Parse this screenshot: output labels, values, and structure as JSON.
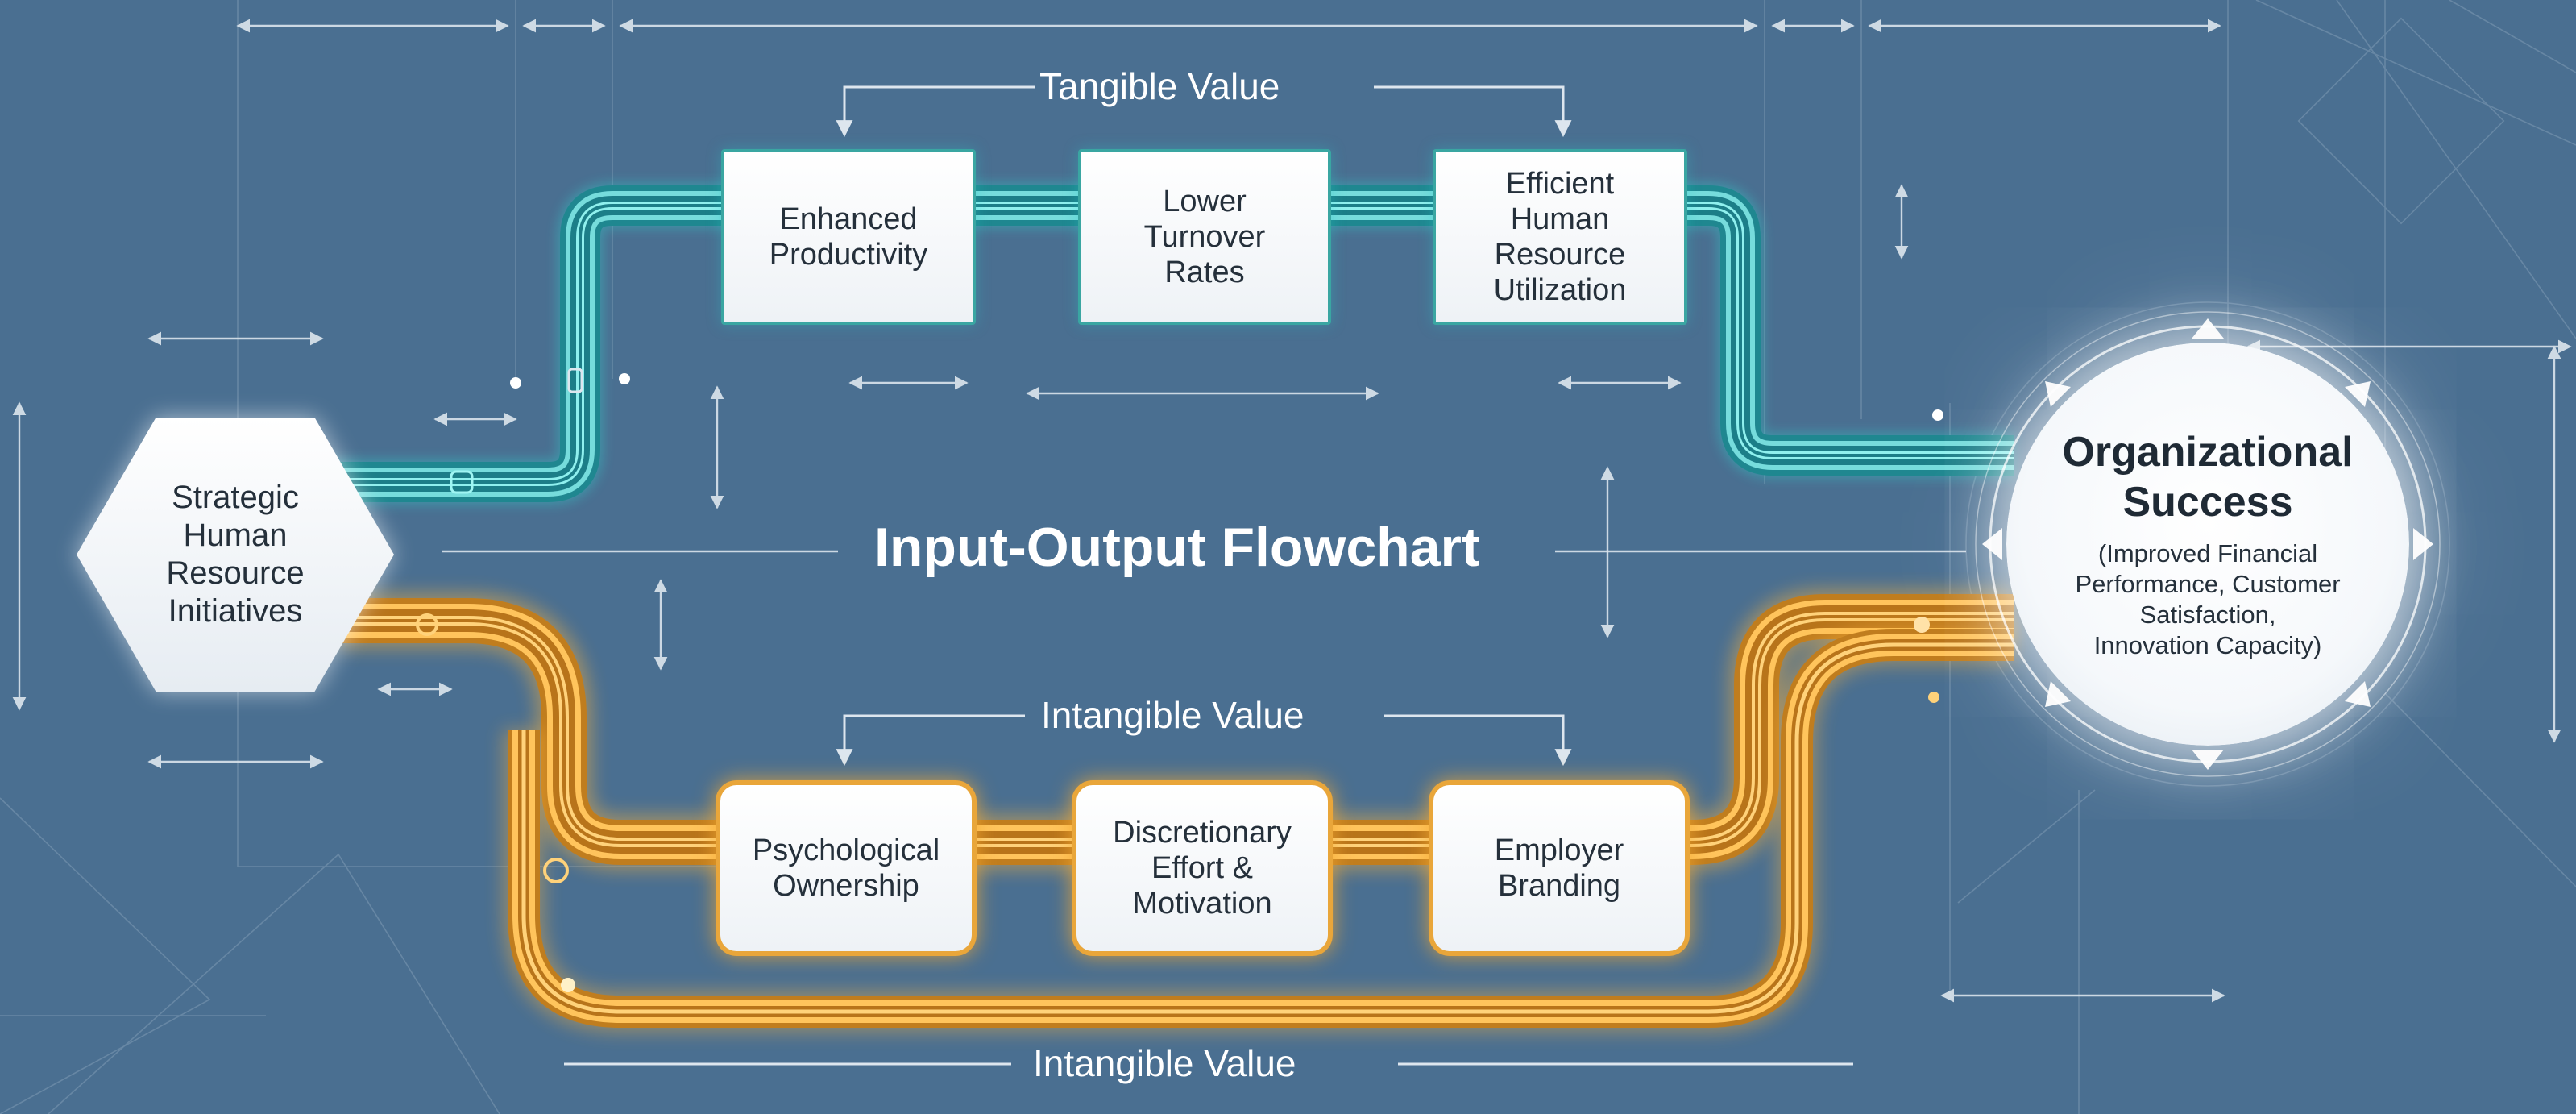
{
  "title": "Input-Output Flowchart",
  "colors": {
    "background": "#4a6f91",
    "tangible_accent": "#27a6a6",
    "intangible_accent": "#eda93a",
    "box_fill": "#ffffff",
    "text": "#25303b"
  },
  "input": {
    "label": "Strategic\nHuman\nResource\nInitiatives",
    "shape": "hexagon"
  },
  "tangible": {
    "label": "Tangible Value",
    "boxes": [
      {
        "label": "Enhanced\nProductivity"
      },
      {
        "label": "Lower\nTurnover\nRates"
      },
      {
        "label": "Efficient\nHuman\nResource\nUtilization"
      }
    ]
  },
  "intangible": {
    "label_top": "Intangible Value",
    "label_bottom": "Intangible Value",
    "boxes": [
      {
        "label": "Psychological\nOwnership"
      },
      {
        "label": "Discretionary\nEffort &\nMotivation"
      },
      {
        "label": "Employer\nBranding"
      }
    ]
  },
  "output": {
    "title": "Organizational\nSuccess",
    "subtitle": "(Improved Financial\nPerformance, Customer\nSatisfaction,\nInnovation Capacity)",
    "shape": "circle"
  }
}
